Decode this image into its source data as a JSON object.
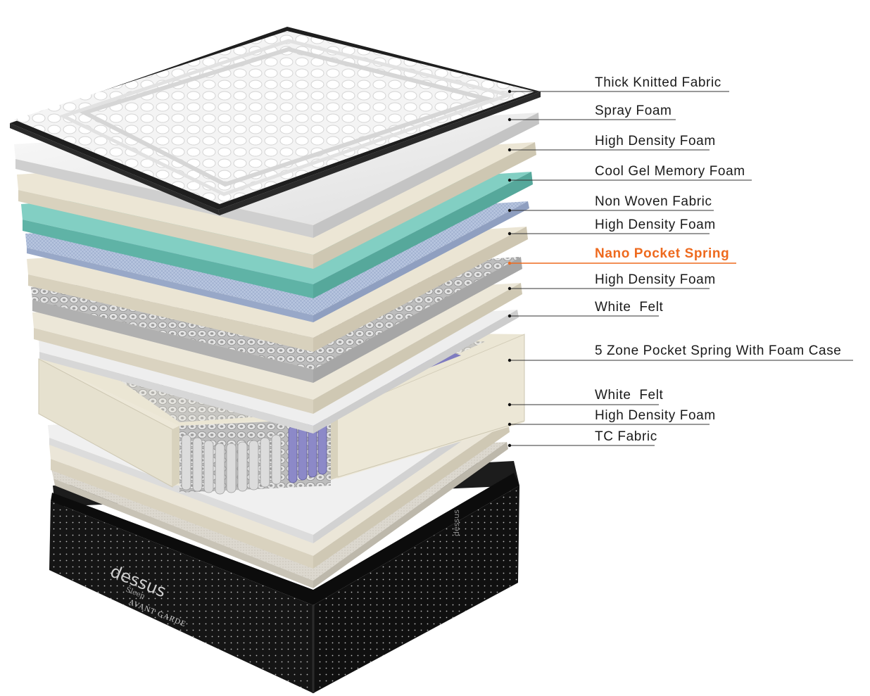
{
  "labels": [
    {
      "text": "Thick Knitted Fabric"
    },
    {
      "text": "Spray Foam"
    },
    {
      "text": "High Density Foam"
    },
    {
      "text": "Cool Gel Memory Foam"
    },
    {
      "text": "Non Woven Fabric"
    },
    {
      "text": "High Density Foam"
    },
    {
      "text": "Nano Pocket Spring",
      "highlight": true
    },
    {
      "text": "High Density Foam"
    },
    {
      "text": "White  Felt"
    },
    {
      "text": "5 Zone Pocket Spring With Foam Case"
    },
    {
      "text": "White  Felt"
    },
    {
      "text": "High Density Foam"
    },
    {
      "text": "TC Fabric"
    }
  ],
  "branding": {
    "brand": "dessus",
    "sub": "Sleep",
    "model": "AVANT GARDE",
    "side_mark": "dessus"
  },
  "colors": {
    "label_text": "#1a1a1a",
    "highlight": "#ee6a1e",
    "leader_line": "#333333",
    "foam": "#e7e1d0",
    "gel": "#7cc8bd",
    "nonwoven": "#b8c6e0",
    "felt": "#ececec",
    "spring": "#c8c8c8",
    "zone_spring": "#8a87c6",
    "base": "#141414"
  }
}
